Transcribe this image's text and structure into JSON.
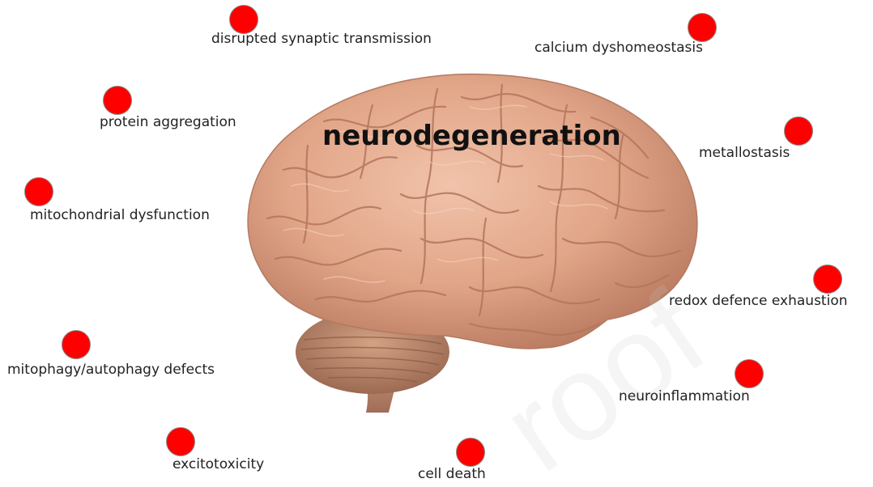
{
  "center": {
    "title": "neurodegeneration",
    "image_name": "brain-illustration"
  },
  "watermark": "roof",
  "node_color": "#ff0000",
  "nodes": [
    {
      "label": "disrupted synaptic transmission"
    },
    {
      "label": "calcium dyshomeostasis"
    },
    {
      "label": "protein aggregation"
    },
    {
      "label": "metallostasis"
    },
    {
      "label": "mitochondrial dysfunction"
    },
    {
      "label": "redox defence exhaustion"
    },
    {
      "label": "mitophagy/autophagy defects"
    },
    {
      "label": "neuroinflammation"
    },
    {
      "label": "excitotoxicity"
    },
    {
      "label": "cell death"
    }
  ]
}
